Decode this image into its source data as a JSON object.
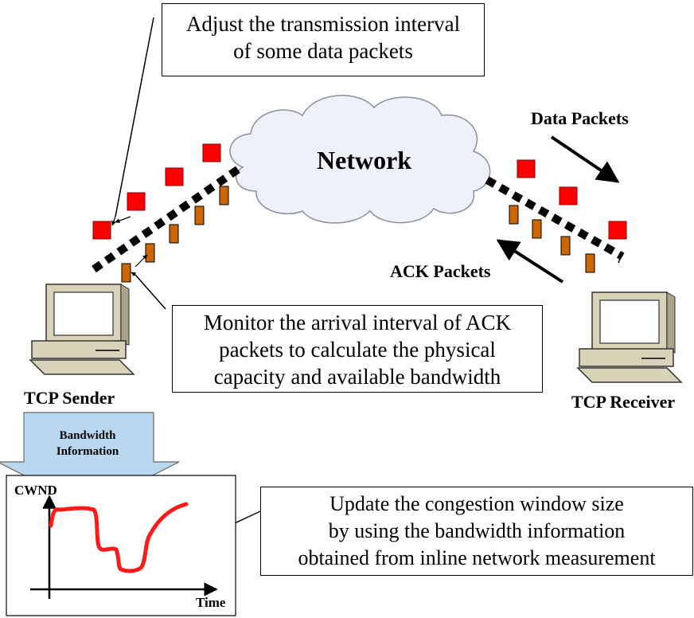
{
  "callouts": {
    "adjust_line1": "Adjust the transmission interval",
    "adjust_line2": "of some data packets",
    "monitor_line1": "Monitor the arrival interval of ACK",
    "monitor_line2": "packets to calculate the physical",
    "monitor_line3": "capacity and available bandwidth",
    "update_line1": "Update the congestion window size",
    "update_line2": "by using the bandwidth information",
    "update_line3": "obtained from inline network measurement"
  },
  "labels": {
    "network": "Network",
    "data_packets": "Data Packets",
    "ack_packets": "ACK Packets",
    "tcp_sender": "TCP Sender",
    "tcp_receiver": "TCP Receiver",
    "bandwidth_line1": "Bandwidth",
    "bandwidth_line2": "Information"
  },
  "cwnd_plot": {
    "ylabel": "CWND",
    "xlabel": "Time"
  },
  "colors": {
    "data_packet": "#ff0000",
    "ack_packet": "#cc6600",
    "cloud_fill": "#eef1fa",
    "cloud_stroke": "#8a8fa0",
    "computer_body": "#d8d2b8",
    "bandwidth_arrow": "#b9d8f0",
    "cwnd_curve": "#ff1a1a"
  }
}
